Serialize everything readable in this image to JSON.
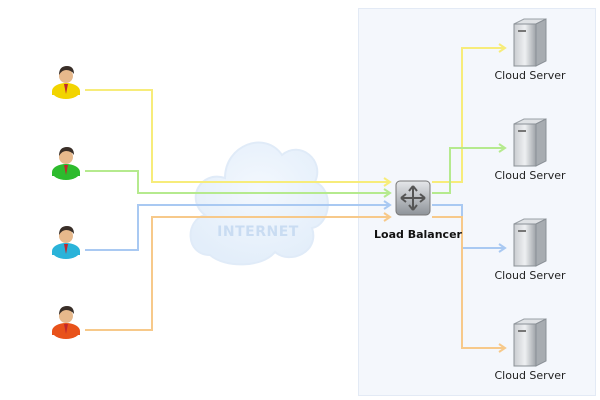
{
  "cloud": {
    "label": "INTERNET"
  },
  "load_balancer": {
    "label": "Load Balancer"
  },
  "users": [
    {
      "color": "#f2d400",
      "line_color": "#f7ec7a"
    },
    {
      "color": "#2dbb2d",
      "line_color": "#b5ea8e"
    },
    {
      "color": "#2ab3d9",
      "line_color": "#a9c9f2"
    },
    {
      "color": "#e8521a",
      "line_color": "#f7c98a"
    }
  ],
  "servers": [
    {
      "label": "Cloud Server"
    },
    {
      "label": "Cloud Server"
    },
    {
      "label": "Cloud Server"
    },
    {
      "label": "Cloud Server"
    }
  ]
}
